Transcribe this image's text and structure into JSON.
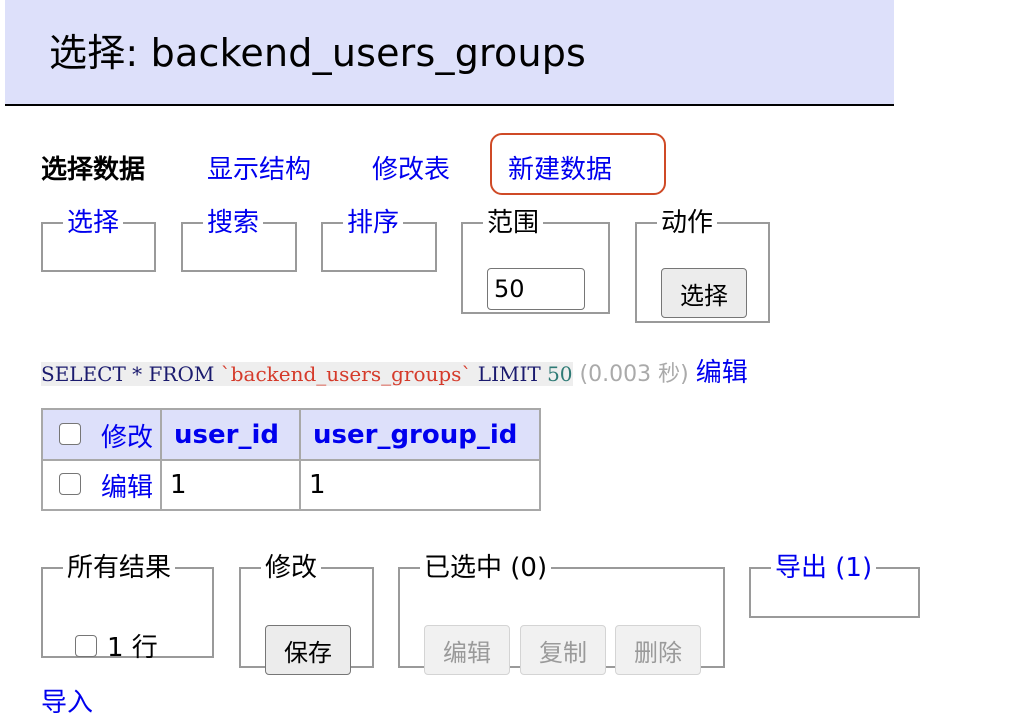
{
  "header": {
    "title": "选择: backend_users_groups"
  },
  "nav": {
    "select_data": "选择数据",
    "show_structure": "显示结构",
    "alter_table": "修改表",
    "new_item": "新建数据"
  },
  "filters": {
    "select": "选择",
    "search": "搜索",
    "sort": "排序",
    "limit": {
      "legend": "范围",
      "value": "50"
    },
    "action": {
      "legend": "动作",
      "button": "选择"
    }
  },
  "query": {
    "keyword_select": "SELECT * FROM ",
    "table": "`backend_users_groups`",
    "keyword_limit": " LIMIT ",
    "limit_value": "50",
    "time": "(0.003 秒)",
    "edit_link": "编辑"
  },
  "table": {
    "headers": {
      "modify": "修改",
      "col1": "user_id",
      "col2": "user_group_id"
    },
    "rows": [
      {
        "edit": "编辑",
        "user_id": "1",
        "user_group_id": "1"
      }
    ]
  },
  "bottom": {
    "all_results": {
      "legend": "所有结果",
      "count": "1 行"
    },
    "modify": {
      "legend": "修改",
      "save": "保存"
    },
    "selected": {
      "legend": "已选中 (0)",
      "edit": "编辑",
      "copy": "复制",
      "delete": "删除"
    },
    "export": {
      "legend": "导出 (1)"
    }
  },
  "import_link": "导入"
}
